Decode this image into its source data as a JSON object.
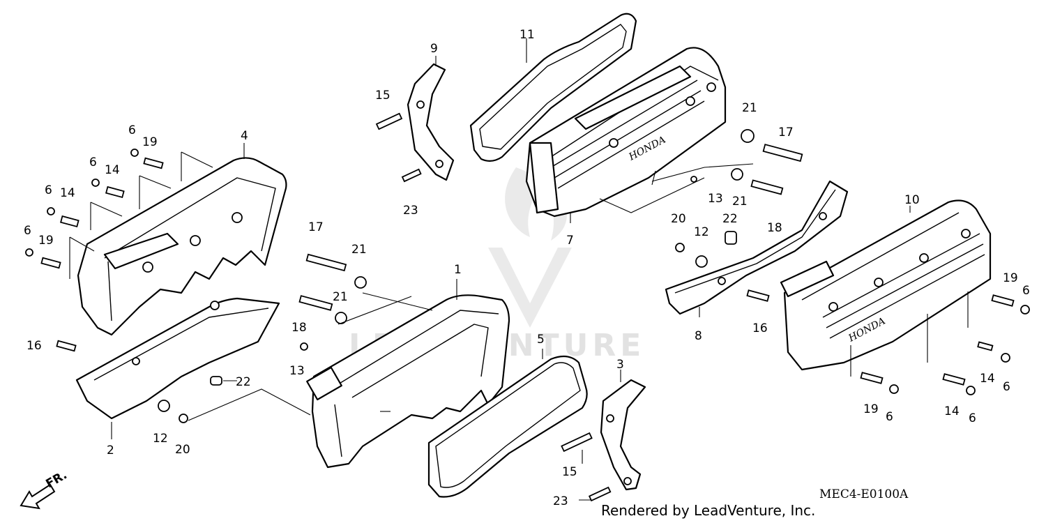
{
  "diagram": {
    "callouts": {
      "p1": "1",
      "p2": "2",
      "p3": "3",
      "p4": "4",
      "p5": "5",
      "p6a": "6",
      "p6b": "6",
      "p6c": "6",
      "p6d": "6",
      "p6e": "6",
      "p6f": "6",
      "p6g": "6",
      "p6h": "6",
      "p7": "7",
      "p8": "8",
      "p9": "9",
      "p10": "10",
      "p11": "11",
      "p12a": "12",
      "p12b": "12",
      "p13a": "13",
      "p13b": "13",
      "p14a": "14",
      "p14b": "14",
      "p14c": "14",
      "p14d": "14",
      "p15a": "15",
      "p15b": "15",
      "p16a": "16",
      "p16b": "16",
      "p17a": "17",
      "p17b": "17",
      "p18a": "18",
      "p18b": "18",
      "p19a": "19",
      "p19b": "19",
      "p19c": "19",
      "p19d": "19",
      "p20a": "20",
      "p20b": "20",
      "p21a": "21",
      "p21b": "21",
      "p21c": "21",
      "p21d": "21",
      "p22a": "22",
      "p22b": "22",
      "p23a": "23",
      "p23b": "23"
    },
    "diagram_code": "MEC4-E0100A",
    "credit": "Rendered by LeadVenture, Inc.",
    "front_indicator": "FR.",
    "watermark_text": "LEADVENTURE",
    "embossed_brand": "HONDA"
  }
}
